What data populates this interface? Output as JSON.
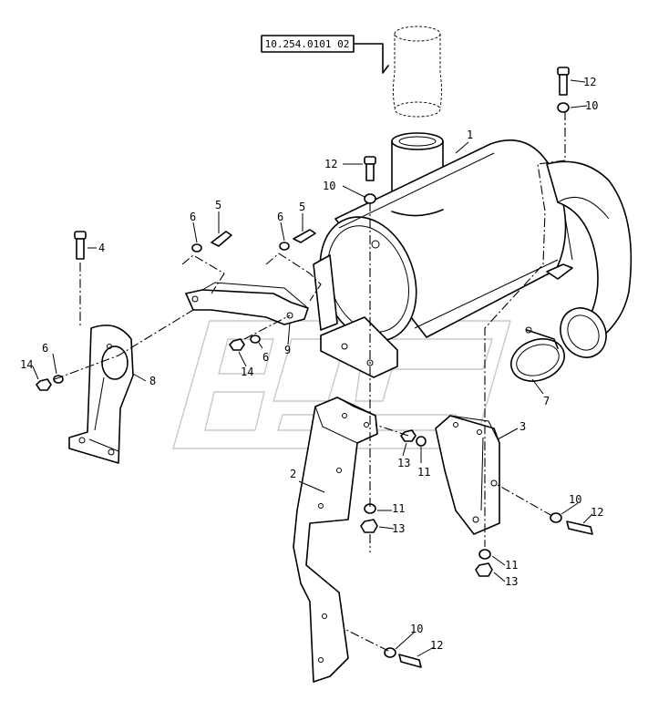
{
  "diagram": {
    "reference_code": "10.254.0101 02",
    "callouts": {
      "c1": "1",
      "c2": "2",
      "c3": "3",
      "c4": "4",
      "c5a": "5",
      "c5b": "5",
      "c6a": "6",
      "c6b": "6",
      "c6c": "6",
      "c6d": "6",
      "c7": "7",
      "c8": "8",
      "c9": "9",
      "c10a": "10",
      "c10b": "10",
      "c10c": "10",
      "c10d": "10",
      "c11a": "11",
      "c11b": "11",
      "c11c": "11",
      "c12a": "12",
      "c12b": "12",
      "c12c": "12",
      "c12d": "12",
      "c13a": "13",
      "c13b": "13",
      "c13c": "13",
      "c14a": "14",
      "c14b": "14"
    }
  }
}
